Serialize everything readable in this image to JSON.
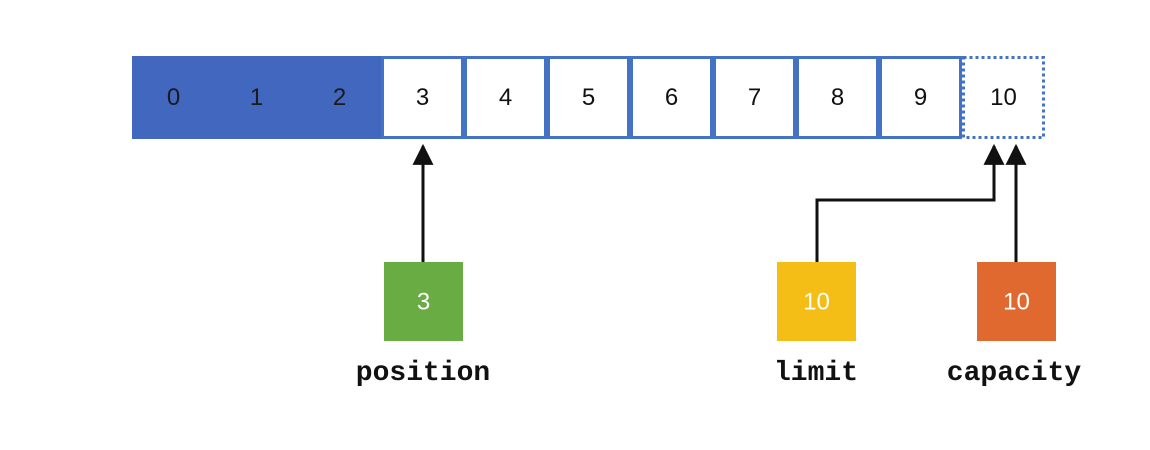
{
  "buffer": {
    "cells": [
      {
        "label": "0",
        "state": "filled"
      },
      {
        "label": "1",
        "state": "filled"
      },
      {
        "label": "2",
        "state": "filled"
      },
      {
        "label": "3",
        "state": "empty"
      },
      {
        "label": "4",
        "state": "empty"
      },
      {
        "label": "5",
        "state": "empty"
      },
      {
        "label": "6",
        "state": "empty"
      },
      {
        "label": "7",
        "state": "empty"
      },
      {
        "label": "8",
        "state": "empty"
      },
      {
        "label": "9",
        "state": "empty"
      },
      {
        "label": "10",
        "state": "dotted"
      }
    ]
  },
  "pointers": {
    "position": {
      "value": "3",
      "label": "position"
    },
    "limit": {
      "value": "10",
      "label": "limit"
    },
    "capacity": {
      "value": "10",
      "label": "capacity"
    }
  },
  "colors": {
    "filled": "#4167be",
    "border": "#4472c4",
    "position": "#6aac44",
    "limit": "#f5be16",
    "capacity": "#e0692f",
    "arrow": "#111111"
  }
}
